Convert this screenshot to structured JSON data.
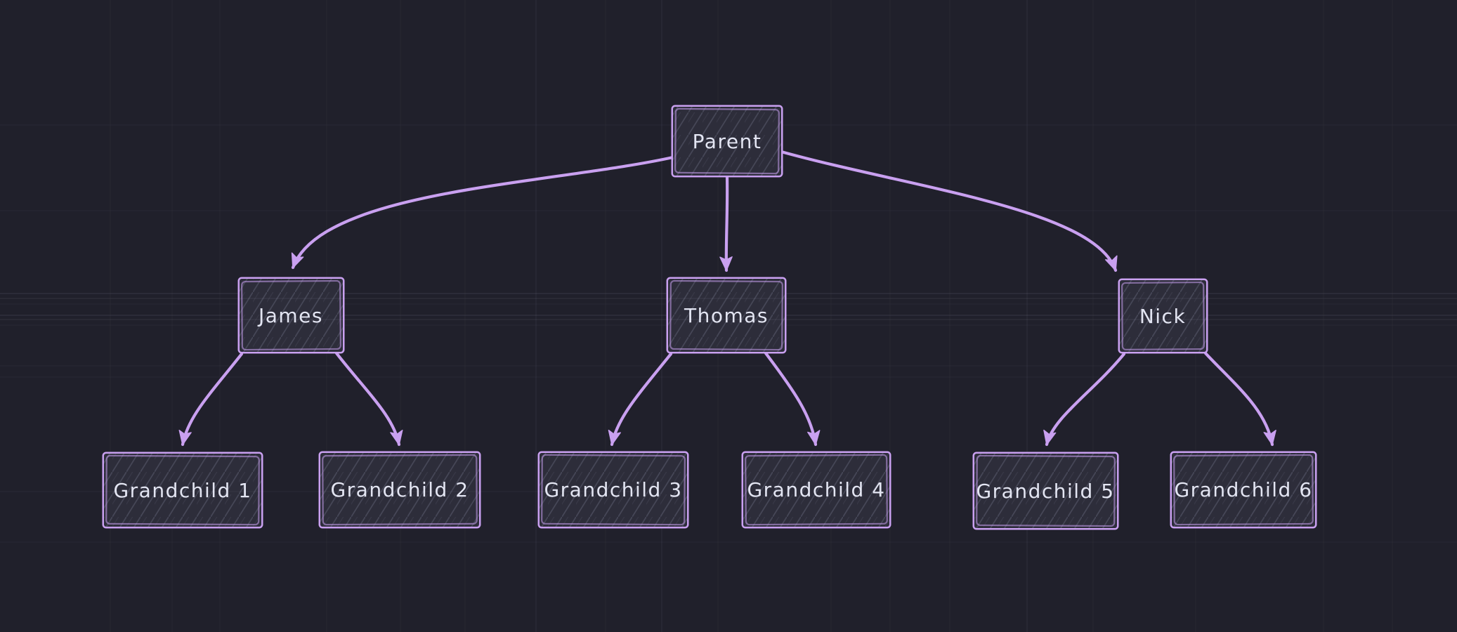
{
  "diagram": {
    "type": "tree",
    "colors": {
      "canvas_background": "#20202b",
      "node_fill": "#2d2d3a",
      "node_stroke": "#c9a0f0",
      "edge_stroke": "#c9a0f0",
      "label_text": "#e3e5f2"
    },
    "nodes": [
      {
        "id": "parent",
        "label": "Parent",
        "level": 0
      },
      {
        "id": "james",
        "label": "James",
        "level": 1
      },
      {
        "id": "thomas",
        "label": "Thomas",
        "level": 1
      },
      {
        "id": "nick",
        "label": "Nick",
        "level": 1
      },
      {
        "id": "grandchild-1",
        "label": "Grandchild 1",
        "level": 2
      },
      {
        "id": "grandchild-2",
        "label": "Grandchild 2",
        "level": 2
      },
      {
        "id": "grandchild-3",
        "label": "Grandchild 3",
        "level": 2
      },
      {
        "id": "grandchild-4",
        "label": "Grandchild 4",
        "level": 2
      },
      {
        "id": "grandchild-5",
        "label": "Grandchild 5",
        "level": 2
      },
      {
        "id": "grandchild-6",
        "label": "Grandchild 6",
        "level": 2
      }
    ],
    "edges": [
      {
        "from": "parent",
        "to": "james"
      },
      {
        "from": "parent",
        "to": "thomas"
      },
      {
        "from": "parent",
        "to": "nick"
      },
      {
        "from": "james",
        "to": "grandchild-1"
      },
      {
        "from": "james",
        "to": "grandchild-2"
      },
      {
        "from": "thomas",
        "to": "grandchild-3"
      },
      {
        "from": "thomas",
        "to": "grandchild-4"
      },
      {
        "from": "nick",
        "to": "grandchild-5"
      },
      {
        "from": "nick",
        "to": "grandchild-6"
      }
    ]
  }
}
